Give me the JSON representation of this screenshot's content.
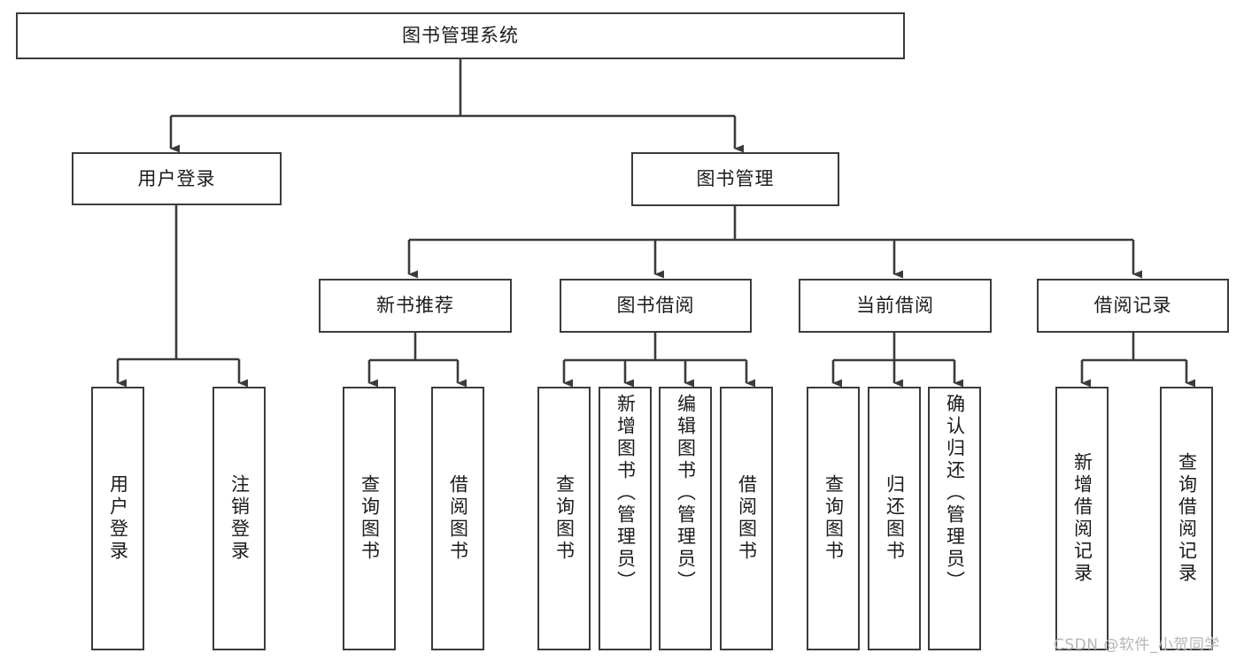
{
  "diagram": {
    "type": "hierarchy-tree",
    "title": "图书管理系统",
    "background_color": "#ffffff",
    "line_color": "#3b3b3b",
    "text_color": "#1b1b1b",
    "levels": 4,
    "root": {
      "id": "root",
      "label": "图书管理系统"
    },
    "level2": [
      {
        "id": "user-login",
        "label": "用户登录"
      },
      {
        "id": "book-manage",
        "label": "图书管理"
      }
    ],
    "level3": [
      {
        "id": "new-book-recommend",
        "label": "新书推荐",
        "parent": "book-manage"
      },
      {
        "id": "book-borrow",
        "label": "图书借阅",
        "parent": "book-manage"
      },
      {
        "id": "current-borrow",
        "label": "当前借阅",
        "parent": "book-manage"
      },
      {
        "id": "borrow-record",
        "label": "借阅记录",
        "parent": "book-manage"
      }
    ],
    "leaves": [
      {
        "id": "leaf-user-login",
        "label": "用户登录",
        "parent": "user-login"
      },
      {
        "id": "leaf-logout-login",
        "label": "注销登录",
        "parent": "user-login"
      },
      {
        "id": "leaf-query-book-1",
        "label": "查询图书",
        "parent": "new-book-recommend"
      },
      {
        "id": "leaf-borrow-book-1",
        "label": "借阅图书",
        "parent": "new-book-recommend"
      },
      {
        "id": "leaf-query-book-2",
        "label": "查询图书",
        "parent": "book-borrow"
      },
      {
        "id": "leaf-add-book",
        "label": "新增图书（管理员）",
        "parent": "book-borrow"
      },
      {
        "id": "leaf-edit-book",
        "label": "编辑图书（管理员）",
        "parent": "book-borrow"
      },
      {
        "id": "leaf-borrow-book-2",
        "label": "借阅图书",
        "parent": "book-borrow"
      },
      {
        "id": "leaf-query-book-3",
        "label": "查询图书",
        "parent": "current-borrow"
      },
      {
        "id": "leaf-return-book",
        "label": "归还图书",
        "parent": "current-borrow"
      },
      {
        "id": "leaf-confirm-return",
        "label": "确认归还（管理员）",
        "parent": "current-borrow"
      },
      {
        "id": "leaf-add-record",
        "label": "新增借阅记录",
        "parent": "borrow-record"
      },
      {
        "id": "leaf-query-record",
        "label": "查询借阅记录",
        "parent": "borrow-record"
      }
    ]
  },
  "watermark": {
    "text": "CSDN @软件_小贺同学"
  }
}
